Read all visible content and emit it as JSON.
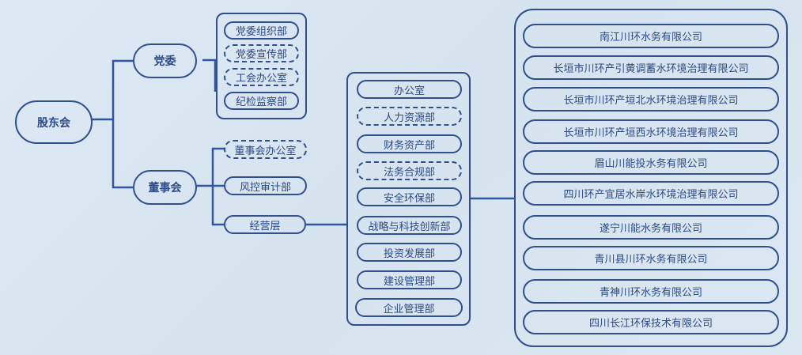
{
  "root": "股东会",
  "party": {
    "label": "党委",
    "children": [
      {
        "label": "党委组织部",
        "dashed": false
      },
      {
        "label": "党委宣传部",
        "dashed": true
      },
      {
        "label": "工会办公室",
        "dashed": true
      },
      {
        "label": "纪检监察部",
        "dashed": false
      }
    ]
  },
  "board": {
    "label": "董事会",
    "children": [
      {
        "label": "董事会办公室",
        "dashed": true
      },
      {
        "label": "风控审计部",
        "dashed": false
      },
      {
        "label": "经营层",
        "dashed": false
      }
    ]
  },
  "departments": [
    {
      "label": "办公室",
      "dashed": false
    },
    {
      "label": "人力资源部",
      "dashed": true
    },
    {
      "label": "财务资产部",
      "dashed": false
    },
    {
      "label": "法务合规部",
      "dashed": true
    },
    {
      "label": "安全环保部",
      "dashed": false
    },
    {
      "label": "战略与科技创新部",
      "dashed": false
    },
    {
      "label": "投资发展部",
      "dashed": false
    },
    {
      "label": "建设管理部",
      "dashed": false
    },
    {
      "label": "企业管理部",
      "dashed": false
    }
  ],
  "companies": [
    "南江川环水务有限公司",
    "长垣市川环产引黄调蓄水环境治理有限公司",
    "长垣市川环产垣北水环境治理有限公司",
    "长垣市川环产垣西水环境治理有限公司",
    "眉山川能投水务有限公司",
    "四川环产宜居水岸水环境治理有限公司",
    "遂宁川能水务有限公司",
    "青川县川环水务有限公司",
    "青神川环水务有限公司",
    "四川长江环保技术有限公司"
  ]
}
